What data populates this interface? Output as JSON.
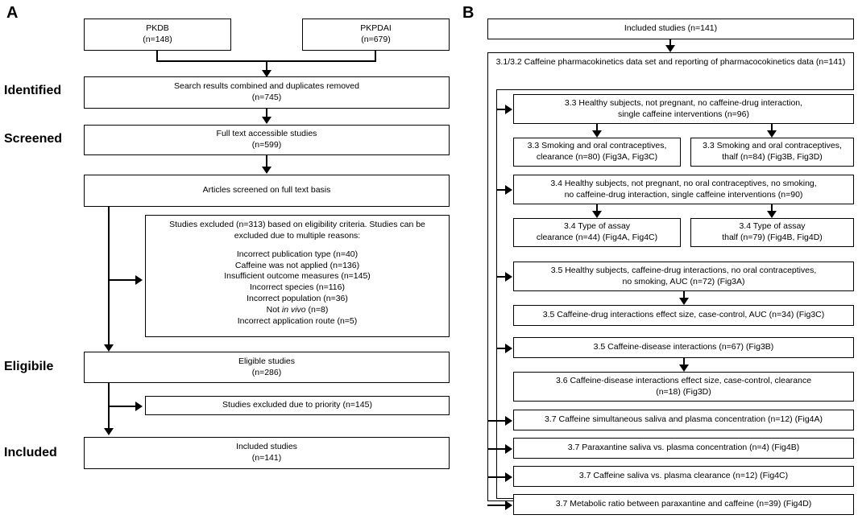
{
  "figure": {
    "panels": [
      {
        "id": "A",
        "label": "A"
      },
      {
        "id": "B",
        "label": "B"
      }
    ]
  },
  "panelA": {
    "letter": "A",
    "stage_labels": [
      {
        "key": "identified",
        "text": "Identified"
      },
      {
        "key": "screened",
        "text": "Screened"
      },
      {
        "key": "eligible",
        "text": "Eligibile"
      },
      {
        "key": "included",
        "text": "Included"
      }
    ],
    "sources": [
      {
        "key": "pkdb",
        "line1": "PKDB",
        "line2": "(n=148)"
      },
      {
        "key": "pkpdai",
        "line1": "PKPDAI",
        "line2": "(n=679)"
      }
    ],
    "boxes": {
      "combined": {
        "line1": "Search results combined and duplicates removed",
        "line2": "(n=745)"
      },
      "fulltext": {
        "line1": "Full text accessible studies",
        "line2": "(n=599)"
      },
      "screened": {
        "line1": "Articles screened on full text basis",
        "line2": ""
      },
      "eligible": {
        "line1": "Eligible studies",
        "line2": "(n=286)"
      },
      "priority": {
        "line1": "Studies excluded due to priority (n=145)",
        "line2": ""
      },
      "included": {
        "line1": "Included studies",
        "line2": "(n=141)"
      }
    },
    "excluded": {
      "intro_line1": "Studies excluded (n=313) based on eligibility criteria. Studies can be",
      "intro_line2": "excluded due to multiple reasons:",
      "reasons": [
        {
          "text": "Incorrect publication type (n=40)",
          "italic_part": ""
        },
        {
          "text": "Caffeine was not applied (n=136)",
          "italic_part": ""
        },
        {
          "text": "Insufficient outcome measures (n=145)",
          "italic_part": ""
        },
        {
          "text": "Incorrect species (n=116)",
          "italic_part": ""
        },
        {
          "text": "Incorrect population (n=36)",
          "italic_part": ""
        },
        {
          "text": "Not in vivo (n=8)",
          "italic_part": "in vivo"
        },
        {
          "text": "Incorrect application route (n=5)",
          "italic_part": ""
        }
      ]
    }
  },
  "panelB": {
    "letter": "B",
    "included": {
      "line1": "Included studies (n=141)",
      "line2": ""
    },
    "dataset": {
      "line1": "3.1/3.2 Caffeine pharmacokinetics data set and",
      "line2": "reporting of pharmacocokinetics data (n=141)"
    },
    "nodes": [
      {
        "key": "healthy-33",
        "line1": "3.3 Healthy subjects, not pregnant, no caffeine-drug interaction,",
        "line2": "single caffeine interventions (n=96)"
      },
      {
        "key": "smoking-clearance",
        "line1": "3.3 Smoking and oral contraceptives,",
        "line2": "clearance (n=80) (Fig3A, Fig3C)"
      },
      {
        "key": "smoking-thalf",
        "line1": "3.3 Smoking and oral contraceptives,",
        "line2": "thalf (n=84) (Fig3B, Fig3D)"
      },
      {
        "key": "healthy-34",
        "line1": "3.4 Healthy subjects, not pregnant, no oral contraceptives, no smoking,",
        "line2": "no caffeine-drug interaction, single caffeine interventions (n=90)"
      },
      {
        "key": "assay-clearance",
        "line1": "3.4 Type of assay",
        "line2": "clearance (n=44) (Fig4A, Fig4C)"
      },
      {
        "key": "assay-thalf",
        "line1": "3.4 Type of assay",
        "line2": "thalf (n=79) (Fig4B, Fig4D)"
      },
      {
        "key": "caffeine-drug-auc",
        "line1": "3.5 Healthy subjects, caffeine-drug interactions, no oral contraceptives,",
        "line2": "no smoking,  AUC (n=72) (Fig3A)"
      },
      {
        "key": "drug-effectsize",
        "line1": "3.5 Caffeine-drug interactions effect size, case-control, AUC (n=34) (Fig3C)",
        "line2": ""
      },
      {
        "key": "disease-interactions",
        "line1": "3.5 Caffeine-disease interactions (n=67) (Fig3B)",
        "line2": ""
      },
      {
        "key": "disease-effectsize",
        "line1": "3.6 Caffeine-disease interactions effect size, case-control, clearance",
        "line2": "(n=18) (Fig3D)"
      },
      {
        "key": "saliva-plasma-conc",
        "line1": "3.7 Caffeine simultaneous saliva and plasma concentration (n=12) (Fig4A)",
        "line2": ""
      },
      {
        "key": "paraxantine-conc",
        "line1": "3.7 Paraxantine saliva vs. plasma concentration (n=4) (Fig4B)",
        "line2": ""
      },
      {
        "key": "caffeine-saliva-clearance",
        "line1": "3.7 Caffeine saliva vs. plasma clearance (n=12) (Fig4C)",
        "line2": ""
      },
      {
        "key": "metabolic-ratio",
        "line1": "3.7 Metabolic ratio between paraxantine and caffeine (n=39) (Fig4D)",
        "line2": ""
      }
    ]
  },
  "colors": {
    "stroke": "#000000",
    "background": "#ffffff",
    "text": "#000000"
  }
}
